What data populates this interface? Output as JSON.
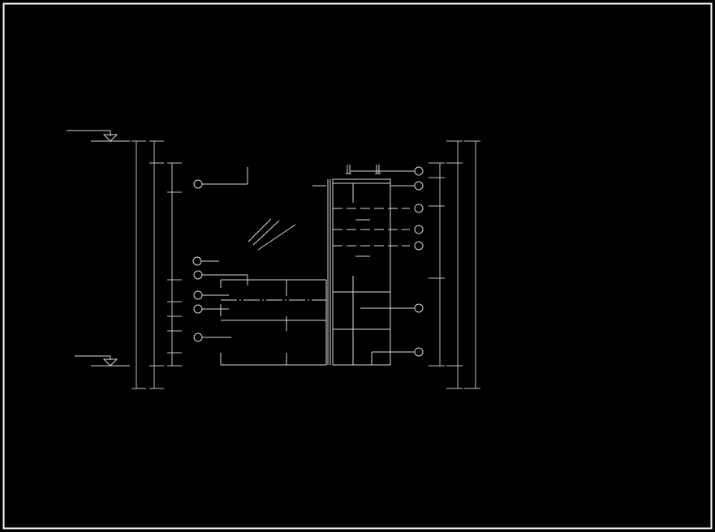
{
  "drawing": {
    "background": "#000000",
    "line_color": "#d9d9d9",
    "frame_color": "#ffffff",
    "labels": []
  },
  "elements": {
    "left_level_markers": 2,
    "left_callouts": 6,
    "right_callouts": 7,
    "left_dimension_lines": 3,
    "right_dimension_lines": 3
  }
}
